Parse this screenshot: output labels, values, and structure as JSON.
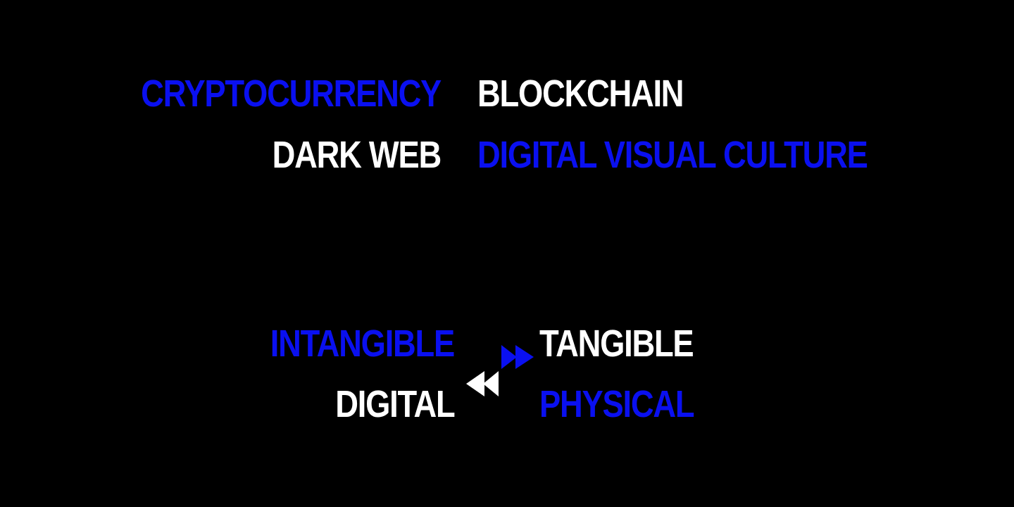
{
  "colors": {
    "background": "#000000",
    "blue": "#0a10f0",
    "white": "#ffffff"
  },
  "top_terms": {
    "cryptocurrency": "CRYPTOCURRENCY",
    "blockchain": "BLOCKCHAIN",
    "dark_web": "DARK WEB",
    "digital_visual_culture": "DIGITAL VISUAL CULTURE"
  },
  "bottom_terms": {
    "intangible": "INTANGIBLE",
    "tangible": "TANGIBLE",
    "digital": "DIGITAL",
    "physical": "PHYSICAL"
  },
  "icons": {
    "forward": "fast-forward-icon",
    "backward": "rewind-icon"
  }
}
